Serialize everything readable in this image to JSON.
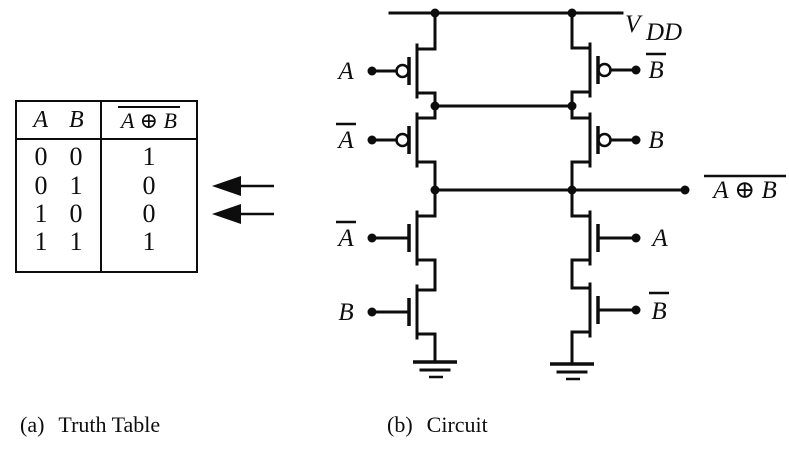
{
  "truth_table": {
    "header": {
      "a": "A",
      "b": "B",
      "out": "A ⊕ B",
      "out_overline": true
    },
    "rows": [
      [
        "0",
        "0",
        "1"
      ],
      [
        "0",
        "1",
        "0"
      ],
      [
        "1",
        "0",
        "0"
      ],
      [
        "1",
        "1",
        "1"
      ]
    ],
    "arrow_marked_rows": [
      1,
      2
    ]
  },
  "circuit": {
    "vdd": {
      "base": "V",
      "sub": "DD"
    },
    "output_label": {
      "text": "A ⊕ B",
      "overline": true
    },
    "pullup_left": [
      {
        "gate": "A",
        "overline": false
      },
      {
        "gate": "A",
        "overline": true
      }
    ],
    "pullup_right": [
      {
        "gate": "B",
        "overline": true
      },
      {
        "gate": "B",
        "overline": false
      }
    ],
    "pulldown_left": [
      {
        "gate": "A",
        "overline": true
      },
      {
        "gate": "B",
        "overline": false
      }
    ],
    "pulldown_right": [
      {
        "gate": "A",
        "overline": false
      },
      {
        "gate": "B",
        "overline": true
      }
    ]
  },
  "captions": {
    "a_num": "(a)",
    "a_text": "Truth Table",
    "b_num": "(b)",
    "b_text": "Circuit"
  },
  "colors": {
    "ink": "#0d0d0d",
    "background": "#ffffff"
  }
}
